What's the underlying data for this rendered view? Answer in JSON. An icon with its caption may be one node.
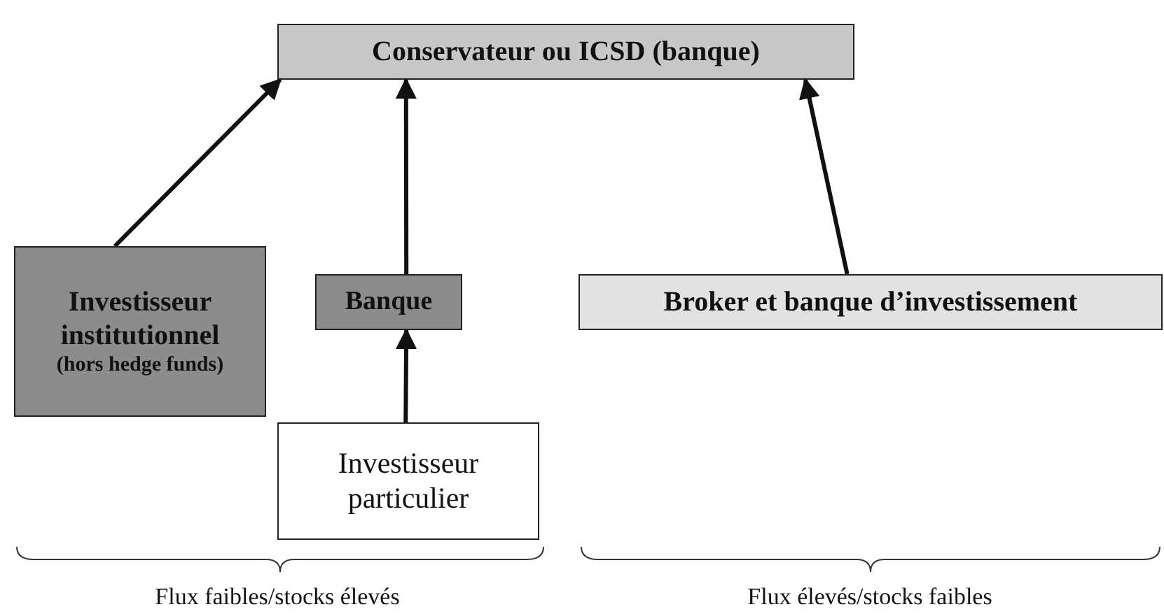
{
  "diagram": {
    "nodes": [
      {
        "text": [
          "Conservateur ou ICSD (banque)"
        ]
      },
      {
        "text": [
          "Investisseur institutionnel",
          "(hors hedge funds)"
        ]
      },
      {
        "text": [
          "Banque"
        ]
      },
      {
        "text": [
          "Investisseur particulier"
        ]
      },
      {
        "text": [
          "Broker et banque d’investissement"
        ]
      }
    ],
    "edges": [
      {
        "from": 1,
        "to": 0,
        "arrow": "to"
      },
      {
        "from": 2,
        "to": 0,
        "arrow": "to"
      },
      {
        "from": 3,
        "to": 2,
        "arrow": "to"
      },
      {
        "from": 4,
        "to": 0,
        "arrow": "to"
      }
    ],
    "labels": [
      "Flux faibles/stocks élevés",
      "Flux élevés/stocks faibles"
    ]
  }
}
